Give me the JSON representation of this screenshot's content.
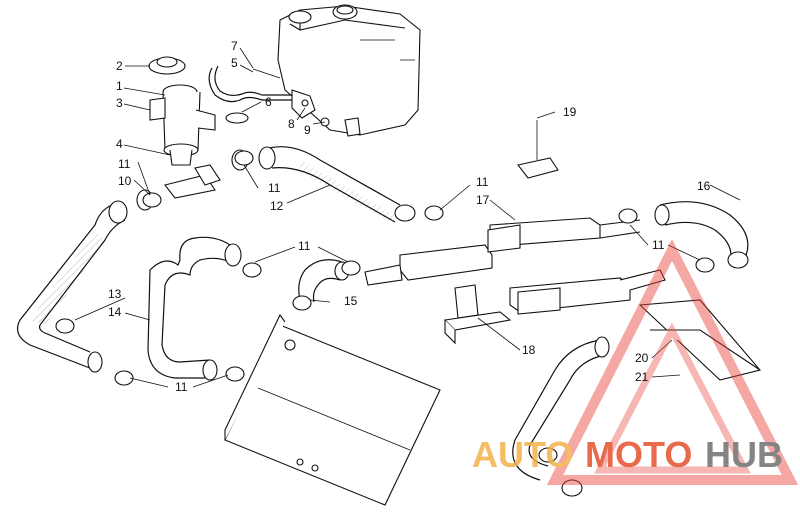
{
  "callouts": {
    "c1": "1",
    "c2": "2",
    "c3": "3",
    "c4": "4",
    "c5": "5",
    "c6": "6",
    "c7": "7",
    "c8": "8",
    "c9": "9",
    "c10": "10",
    "c11a": "11",
    "c11b": "11",
    "c11c": "11",
    "c11d": "11",
    "c11e": "11",
    "c11f": "11",
    "c12": "12",
    "c13": "13",
    "c14": "14",
    "c15": "15",
    "c16": "16",
    "c17": "17",
    "c18": "18",
    "c19": "19",
    "c20": "20",
    "c21": "21"
  },
  "watermark": {
    "part1": "AUTO",
    "part2": "MOTO",
    "part3": "HUB",
    "triangle_color": "#e8423a",
    "auto_color": "#f3b24a",
    "moto_color": "#e6502e",
    "hub_color": "#6f6f6f"
  }
}
